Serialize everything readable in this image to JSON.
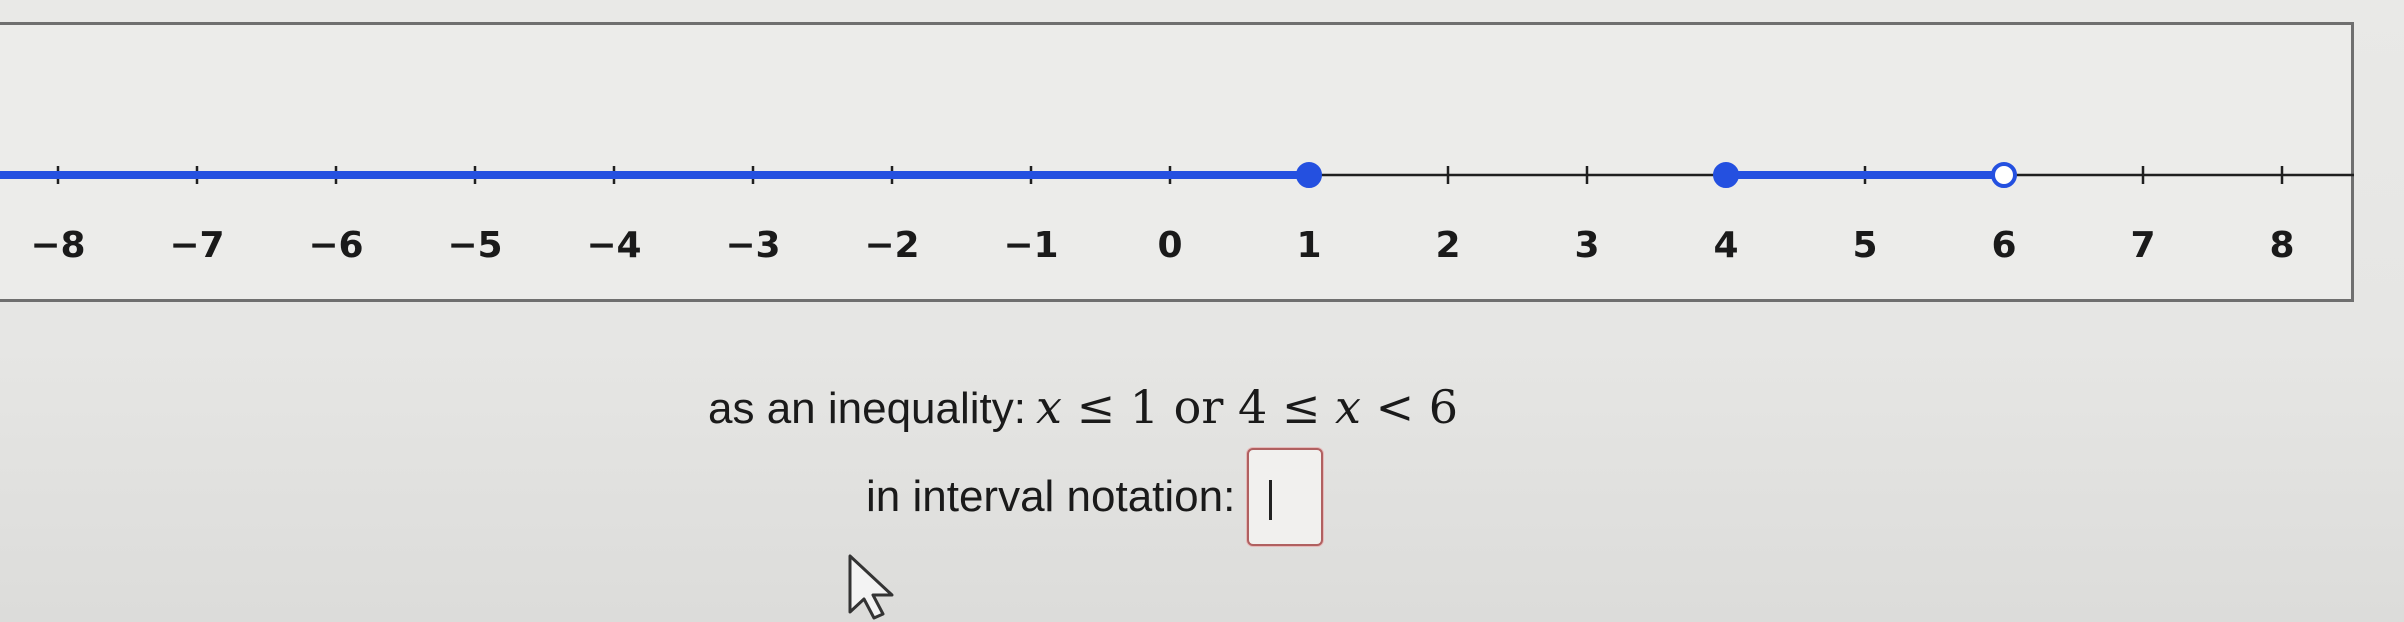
{
  "number_line": {
    "ticks": [
      {
        "value": -8,
        "label": "−8"
      },
      {
        "value": -7,
        "label": "−7"
      },
      {
        "value": -6,
        "label": "−6"
      },
      {
        "value": -5,
        "label": "−5"
      },
      {
        "value": -4,
        "label": "−4"
      },
      {
        "value": -3,
        "label": "−3"
      },
      {
        "value": -2,
        "label": "−2"
      },
      {
        "value": -1,
        "label": "−1"
      },
      {
        "value": 0,
        "label": "0"
      },
      {
        "value": 1,
        "label": "1"
      },
      {
        "value": 2,
        "label": "2"
      },
      {
        "value": 3,
        "label": "3"
      },
      {
        "value": 4,
        "label": "4"
      },
      {
        "value": 5,
        "label": "5"
      },
      {
        "value": 6,
        "label": "6"
      },
      {
        "value": 7,
        "label": "7"
      },
      {
        "value": 8,
        "label": "8"
      }
    ],
    "segments": [
      {
        "from": "-infinity",
        "to": 1,
        "from_closed": false,
        "to_closed": true
      },
      {
        "from": 4,
        "to": 6,
        "from_closed": true,
        "to_closed": false
      }
    ],
    "axis_color": "#1f1f1f",
    "shade_color": "#2450e0"
  },
  "inequality": {
    "label": "as an inequality:",
    "expression": {
      "var1": "x",
      "op1": "≤",
      "num1": "1",
      "connector": "or",
      "num2": "4",
      "op2": "≤",
      "var2": "x",
      "op3": "<",
      "num3": "6"
    }
  },
  "interval": {
    "label": "in interval notation:",
    "value": ""
  },
  "colors": {
    "input_border": "#b06060"
  },
  "icons": {
    "cursor": "mouse-pointer-icon"
  }
}
